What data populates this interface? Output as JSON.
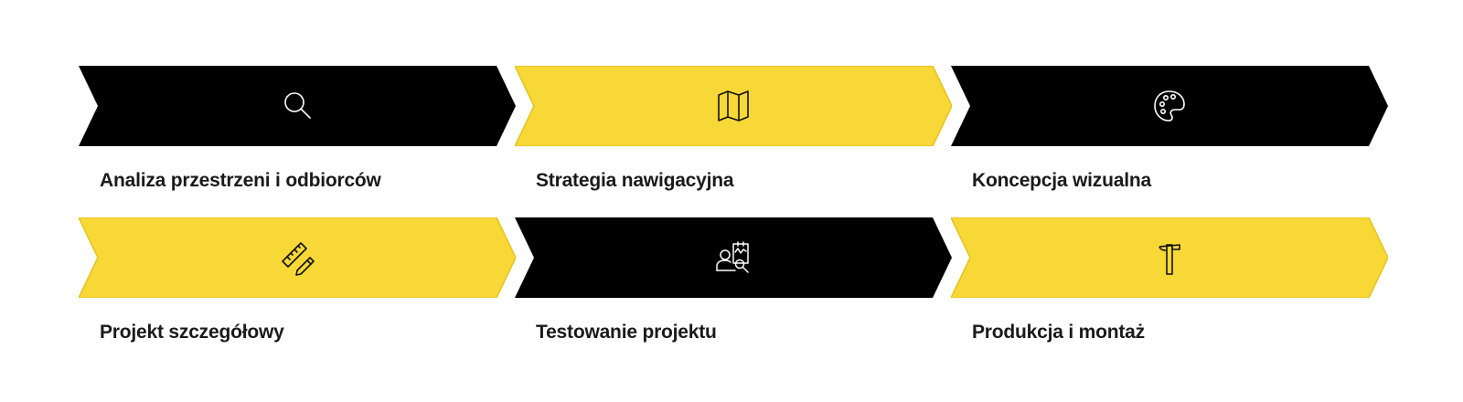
{
  "colors": {
    "dark": "#000000",
    "accent": "#F8D836",
    "accent_border": "#E6C21E",
    "icon_on_dark": "#ffffff",
    "icon_on_accent": "#111111",
    "label_text": "#1a1a1a"
  },
  "steps": [
    {
      "label": "Analiza przestrzeni i odbiorców",
      "icon": "search-icon",
      "fill": "dark"
    },
    {
      "label": "Strategia nawigacyjna",
      "icon": "map-icon",
      "fill": "accent"
    },
    {
      "label": "Koncepcja wizualna",
      "icon": "palette-icon",
      "fill": "dark"
    },
    {
      "label": "Projekt szczegółowy",
      "icon": "ruler-pencil-icon",
      "fill": "accent"
    },
    {
      "label": "Testowanie projektu",
      "icon": "user-testing-icon",
      "fill": "dark"
    },
    {
      "label": "Produkcja i montaż",
      "icon": "hammer-icon",
      "fill": "accent"
    }
  ]
}
